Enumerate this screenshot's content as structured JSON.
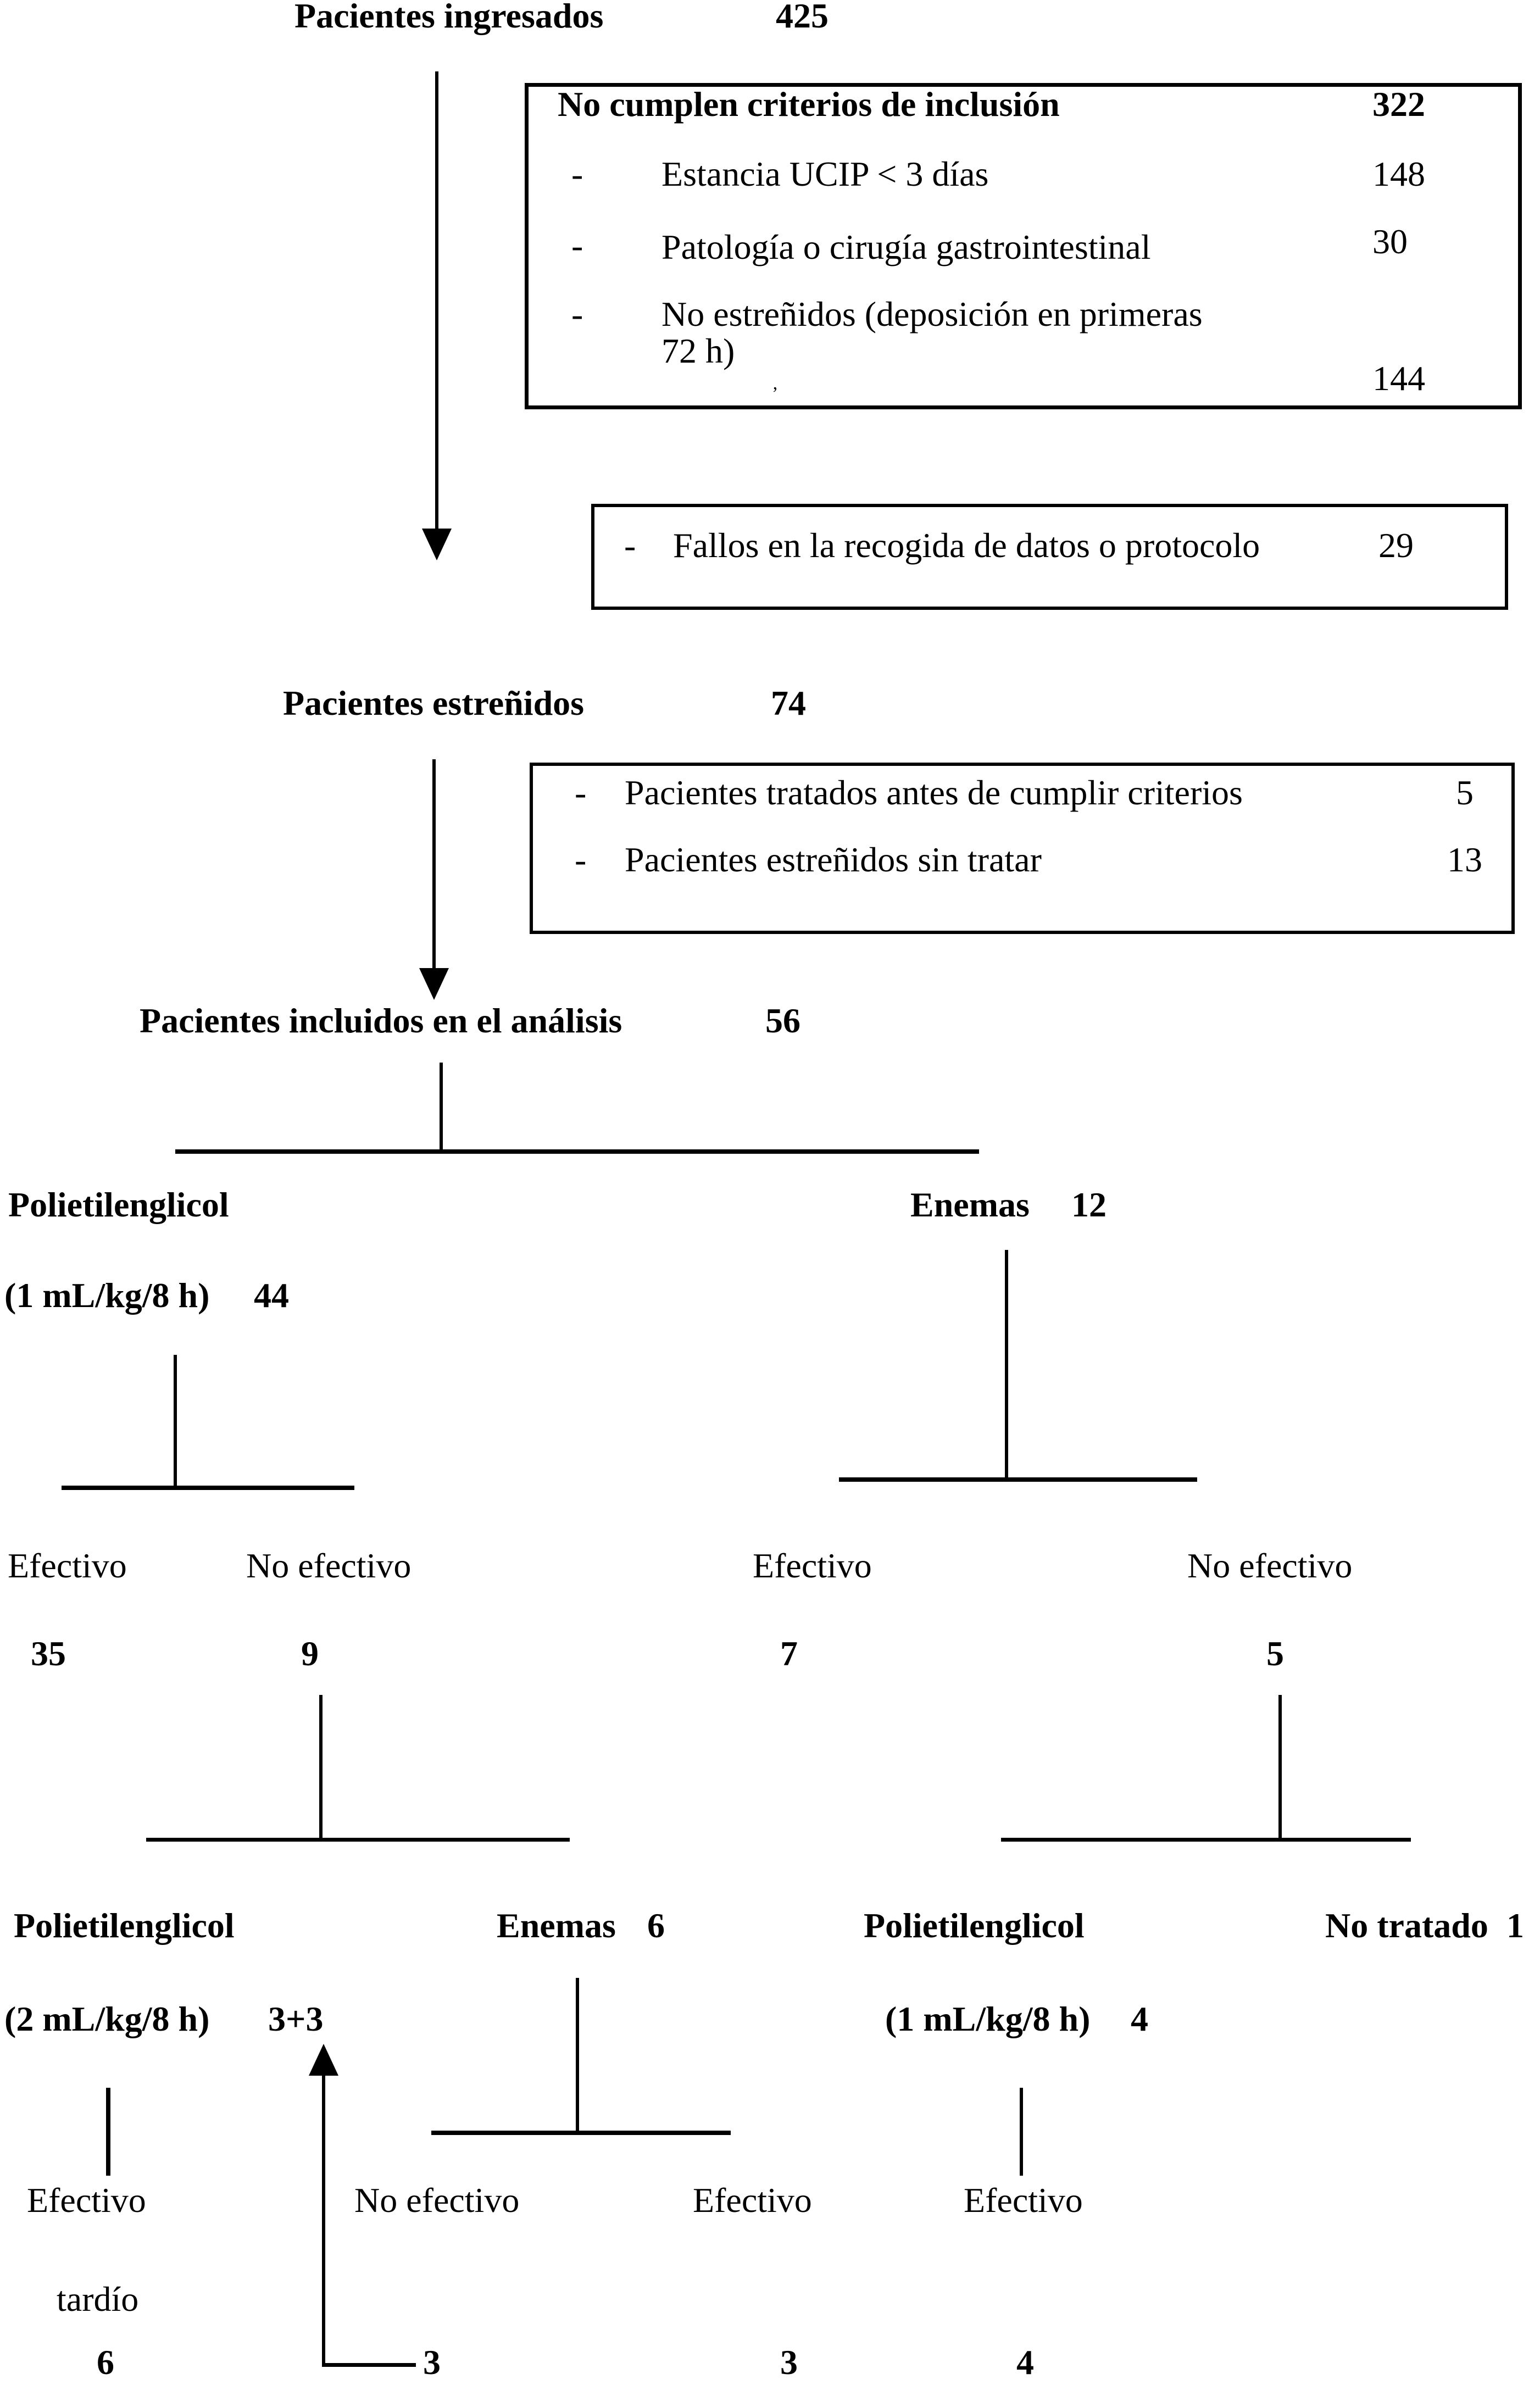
{
  "colors": {
    "background": "#ffffff",
    "ink": "#000000"
  },
  "flow": {
    "admitted": {
      "label": "Pacientes ingresados",
      "count": "425"
    },
    "exclusion_box": {
      "title": "No cumplen criterios de inclusión",
      "title_count": "322",
      "items": [
        {
          "bullet": "-",
          "text": "Estancia UCIP < 3 días",
          "count": "148"
        },
        {
          "bullet": "-",
          "text": "Patología o cirugía gastrointestinal",
          "count": "30"
        },
        {
          "bullet": "-",
          "text": "No estreñidos (deposición en primeras",
          "text2": "72 h)",
          "count": "144"
        }
      ],
      "artifact": "’"
    },
    "protocol_box": {
      "bullet": "-",
      "text": "Fallos en la recogida de datos o protocolo",
      "count": "29"
    },
    "constipated": {
      "label": "Pacientes estreñidos",
      "count": "74"
    },
    "pretreat_box": {
      "items": [
        {
          "bullet": "-",
          "text": "Pacientes tratados antes de cumplir criterios",
          "count": "5"
        },
        {
          "bullet": "-",
          "text": "Pacientes estreñidos sin tratar",
          "count": "13"
        }
      ]
    },
    "included": {
      "label": "Pacientes incluidos en el análisis",
      "count": "56"
    },
    "peg_arm": {
      "label": "Polietilenglicol",
      "dose": "(1 mL/kg/8 h)",
      "count": "44"
    },
    "enema_arm": {
      "label": "Enemas",
      "count": "12"
    },
    "peg_effective": {
      "label": "Efectivo",
      "count": "35"
    },
    "peg_non_effective": {
      "label": "No efectivo",
      "count": "9"
    },
    "enema_effective": {
      "label": "Efectivo",
      "count": "7"
    },
    "enema_non_effective": {
      "label": "No efectivo",
      "count": "5"
    },
    "peg2_arm": {
      "label": "Polietilenglicol",
      "dose": "(2 mL/kg/8 h)",
      "count": "3+3"
    },
    "enema2_arm": {
      "label": "Enemas",
      "count": "6"
    },
    "peg1b_arm": {
      "label": "Polietilenglicol",
      "dose": "(1 mL/kg/8 h)",
      "count": "4"
    },
    "untreated": {
      "label": "No tratado",
      "count": "1"
    },
    "late_effective": {
      "label": "Efectivo",
      "label2": "tardío",
      "count": "6"
    },
    "enema2_non_effective": {
      "label": "No efectivo",
      "count": "3"
    },
    "enema2_effective": {
      "label": "Efectivo",
      "count": "3"
    },
    "peg1b_effective": {
      "label": "Efectivo",
      "count": "4"
    }
  }
}
